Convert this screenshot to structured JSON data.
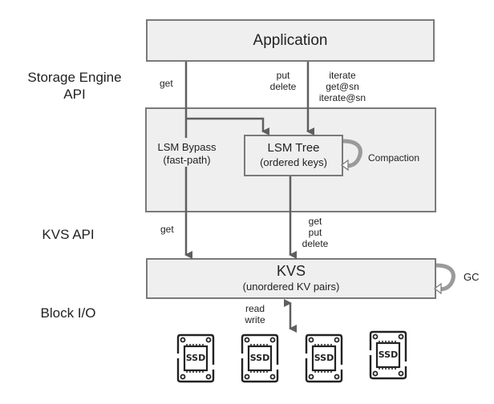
{
  "layers": {
    "storage_engine_api": [
      "Storage Engine",
      "API"
    ],
    "kvs_api": "KVS API",
    "block_io": "Block I/O"
  },
  "application": {
    "title": "Application"
  },
  "storage_engine": {
    "lsm_bypass": [
      "LSM Bypass",
      "(fast-path)"
    ],
    "lsm_tree": [
      "LSM Tree",
      "(ordered keys)"
    ],
    "compaction": "Compaction"
  },
  "kvs": {
    "title": "KVS",
    "subtitle": "(unordered KV pairs)",
    "gc": "GC"
  },
  "edge_labels": {
    "app_get": "get",
    "app_put_delete": [
      "put",
      "delete"
    ],
    "app_iterate": [
      "iterate",
      "get@sn",
      "iterate@sn"
    ],
    "bypass_get": "get",
    "tree_ops": [
      "get",
      "put",
      "delete"
    ],
    "io_ops": [
      "read",
      "write"
    ]
  },
  "devices": [
    {
      "label": "SSD"
    },
    {
      "label": "SSD"
    },
    {
      "label": "SSD"
    },
    {
      "label": "SSD"
    }
  ],
  "colors": {
    "box_fill": "#efefef",
    "box_border": "#7a7a7a",
    "arrow": "#5f5f5f"
  }
}
